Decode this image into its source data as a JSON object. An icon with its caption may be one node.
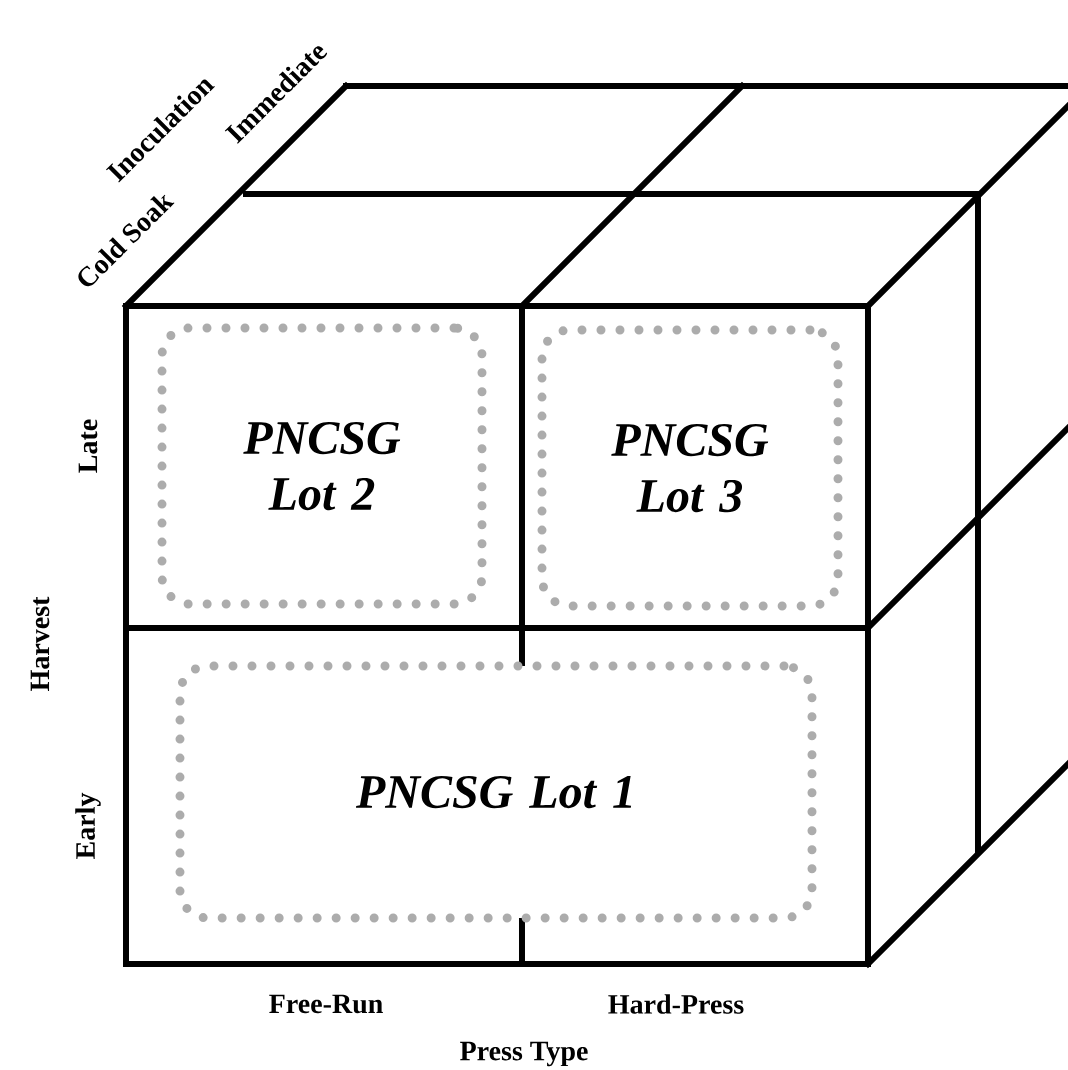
{
  "diagram": {
    "nodes": [
      {
        "text": [
          "PNCSG Lot 2"
        ]
      },
      {
        "text": [
          "PNCSG Lot 3"
        ]
      },
      {
        "text": [
          "PNCSG Lot 1"
        ]
      }
    ],
    "labels": [
      "Inoculation",
      "Immediate",
      "Cold Soak",
      "Late",
      "Harvest",
      "Early",
      "Free-Run",
      "Hard-Press",
      "Press Type"
    ]
  }
}
